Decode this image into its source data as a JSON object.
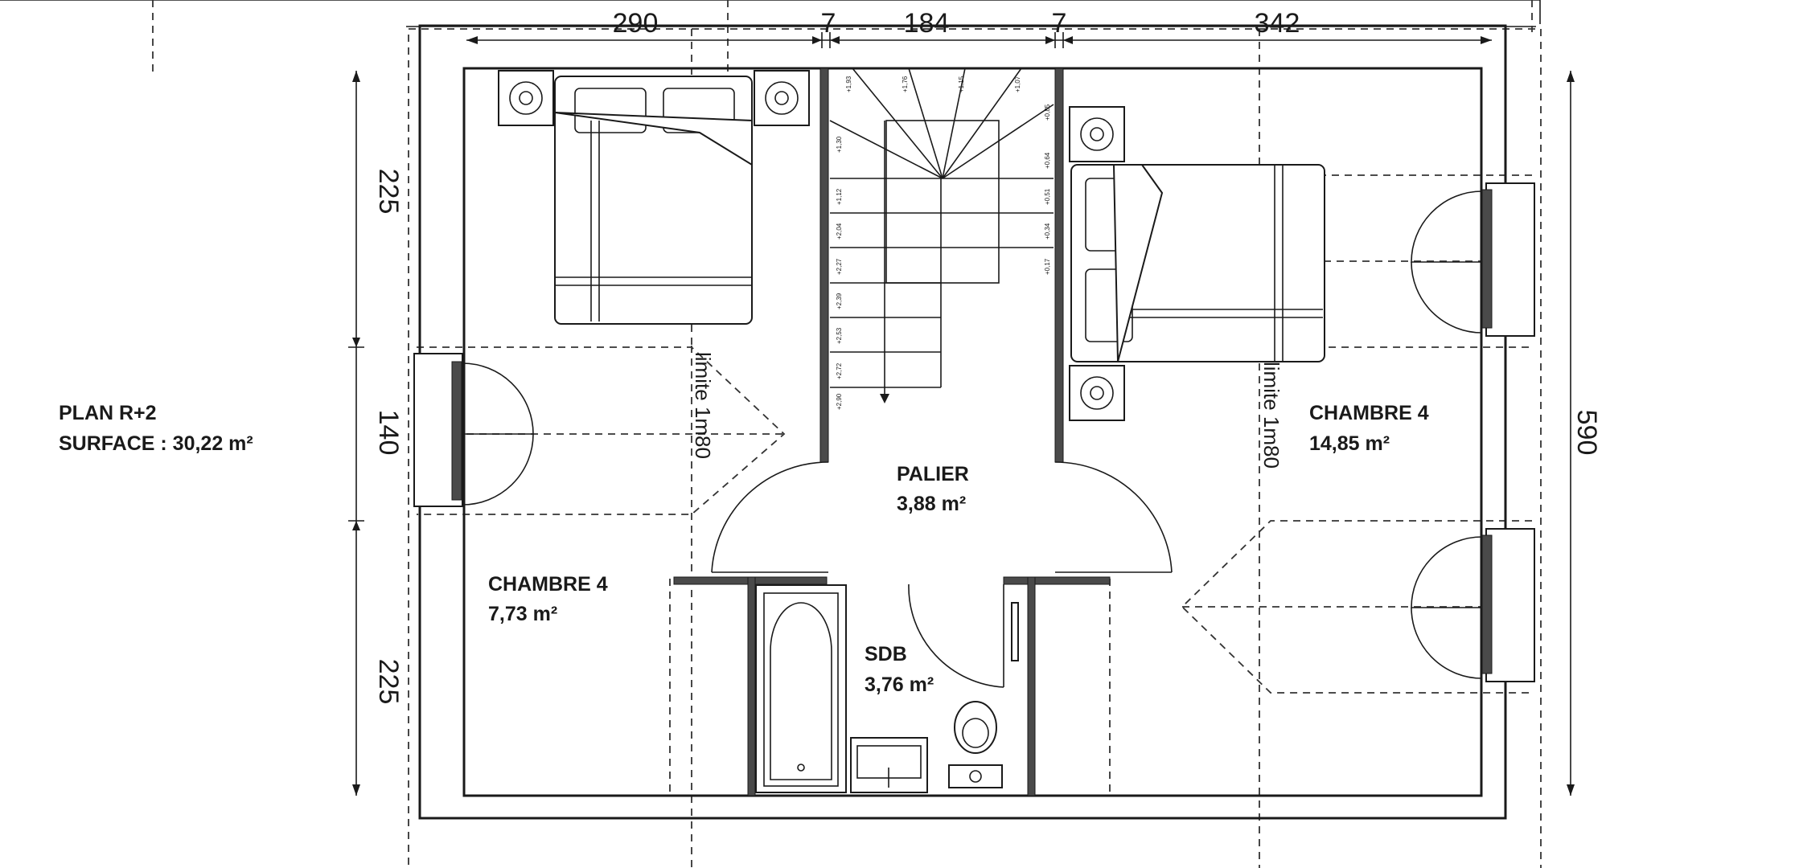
{
  "plan": {
    "title": "PLAN R+2",
    "surface": "SURFACE : 30,22 m²"
  },
  "dimensions": {
    "top": [
      "290",
      "7",
      "184",
      "7",
      "342"
    ],
    "left": [
      "225",
      "140",
      "225"
    ],
    "right": "590"
  },
  "rooms": {
    "chambre_left": {
      "name": "CHAMBRE 4",
      "area": "7,73 m²"
    },
    "chambre_right": {
      "name": "CHAMBRE 4",
      "area": "14,85 m²"
    },
    "palier": {
      "name": "PALIER",
      "area": "3,88 m²"
    },
    "sdb": {
      "name": "SDB",
      "area": "3,76 m²"
    }
  },
  "limits": {
    "left": "limite 1m80",
    "right": "limite 1m80"
  },
  "stair_steps": {
    "top": [
      "+1,93",
      "+1,76",
      "+1,15",
      "+1,07"
    ],
    "left": [
      "+1,30",
      "+1,12",
      "+2,04",
      "+2,27",
      "+2,39",
      "+2,53",
      "+2,72",
      "+2,90"
    ],
    "right": [
      "+0,85",
      "+0,64",
      "+0,51",
      "+0,34",
      "+0,17"
    ]
  }
}
